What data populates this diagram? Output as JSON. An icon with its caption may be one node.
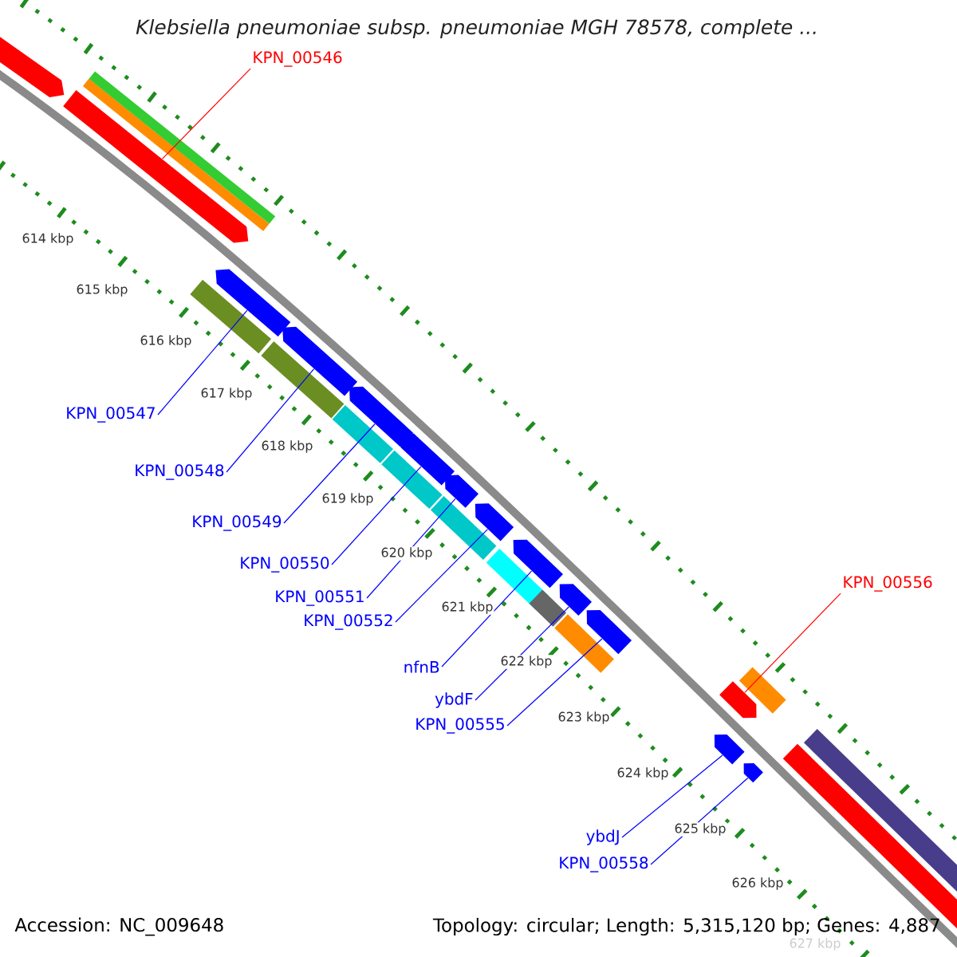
{
  "diagram": {
    "title": "Klebsiella pneumoniae subsp. pneumoniae MGH 78578, complete ...",
    "nodes": [
      {
        "text": [
          "KPN_00546"
        ]
      },
      {
        "text": [],
        "shape": "arrow"
      },
      {
        "text": [
          "KPN_00547"
        ]
      },
      {
        "text": [],
        "shape": "arrow"
      },
      {
        "text": [
          "KPN_00548"
        ]
      },
      {
        "text": [],
        "shape": "arrow"
      },
      {
        "text": [
          "KPN_00549"
        ]
      },
      {
        "text": [],
        "shape": "arrow"
      },
      {
        "text": [
          "KPN_00550"
        ]
      },
      {
        "text": [],
        "shape": "arrow"
      },
      {
        "text": [
          "KPN_00556"
        ]
      },
      {
        "text": [],
        "shape": "arrow"
      },
      {
        "text": [
          "KPN_00551"
        ]
      },
      {
        "text": [],
        "shape": "arrow"
      },
      {
        "text": [
          "KPN_00552"
        ]
      },
      {
        "text": [],
        "shape": "arrow"
      },
      {
        "text": [
          "nfnB"
        ]
      },
      {
        "text": [],
        "shape": "arrow"
      },
      {
        "text": [
          "ybdF"
        ]
      },
      {
        "text": [],
        "shape": "arrow"
      },
      {
        "text": [
          "KPN_00555"
        ]
      },
      {
        "text": [],
        "shape": "arrow"
      },
      {
        "text": [
          "ybdJ"
        ]
      },
      {
        "text": [],
        "shape": "arrow"
      },
      {
        "text": [
          "KPN_00558"
        ]
      },
      {
        "text": [],
        "shape": "arrow"
      },
      {
        "text": [],
        "shape": "arrow"
      },
      {
        "text": [],
        "shape": "bar"
      },
      {
        "text": [],
        "shape": "bar"
      },
      {
        "text": [],
        "shape": "bar"
      },
      {
        "text": [],
        "shape": "bar"
      },
      {
        "text": [],
        "shape": "bar"
      },
      {
        "text": [],
        "shape": "bar"
      },
      {
        "text": [],
        "shape": "bar"
      },
      {
        "text": [],
        "shape": "bar"
      },
      {
        "text": [],
        "shape": "bar"
      },
      {
        "text": [],
        "shape": "bar"
      },
      {
        "text": [],
        "shape": "bar"
      },
      {
        "text": [],
        "shape": "arrow"
      },
      {
        "text": [],
        "shape": "bar"
      }
    ],
    "edges": [
      {
        "from": 0,
        "to": 1,
        "arrow": "none",
        "color": "#ff0000"
      },
      {
        "from": 2,
        "to": 3,
        "arrow": "none"
      },
      {
        "from": 4,
        "to": 5,
        "arrow": "none"
      },
      {
        "from": 6,
        "to": 7,
        "arrow": "none"
      },
      {
        "from": 8,
        "to": 9,
        "arrow": "none"
      },
      {
        "from": 10,
        "to": 11,
        "arrow": "none",
        "color": "#ff0000"
      },
      {
        "from": 12,
        "to": 13,
        "arrow": "none"
      },
      {
        "from": 14,
        "to": 15,
        "arrow": "none"
      },
      {
        "from": 16,
        "to": 17,
        "arrow": "none"
      },
      {
        "from": 18,
        "to": 19,
        "arrow": "none"
      },
      {
        "from": 20,
        "to": 21,
        "arrow": "none"
      },
      {
        "from": 22,
        "to": 23,
        "arrow": "none"
      },
      {
        "from": 24,
        "to": 25,
        "arrow": "none"
      }
    ],
    "labels": [
      "614 kbp",
      "615 kbp",
      "616 kbp",
      "617 kbp",
      "618 kbp",
      "619 kbp",
      "620 kbp",
      "621 kbp",
      "622 kbp",
      "623 kbp",
      "624 kbp",
      "625 kbp",
      "626 kbp",
      "627 kbp",
      "Accession: NC_009648",
      "Topology: circular; Length: 5,315,120 bp; Genes: 4,887"
    ]
  }
}
